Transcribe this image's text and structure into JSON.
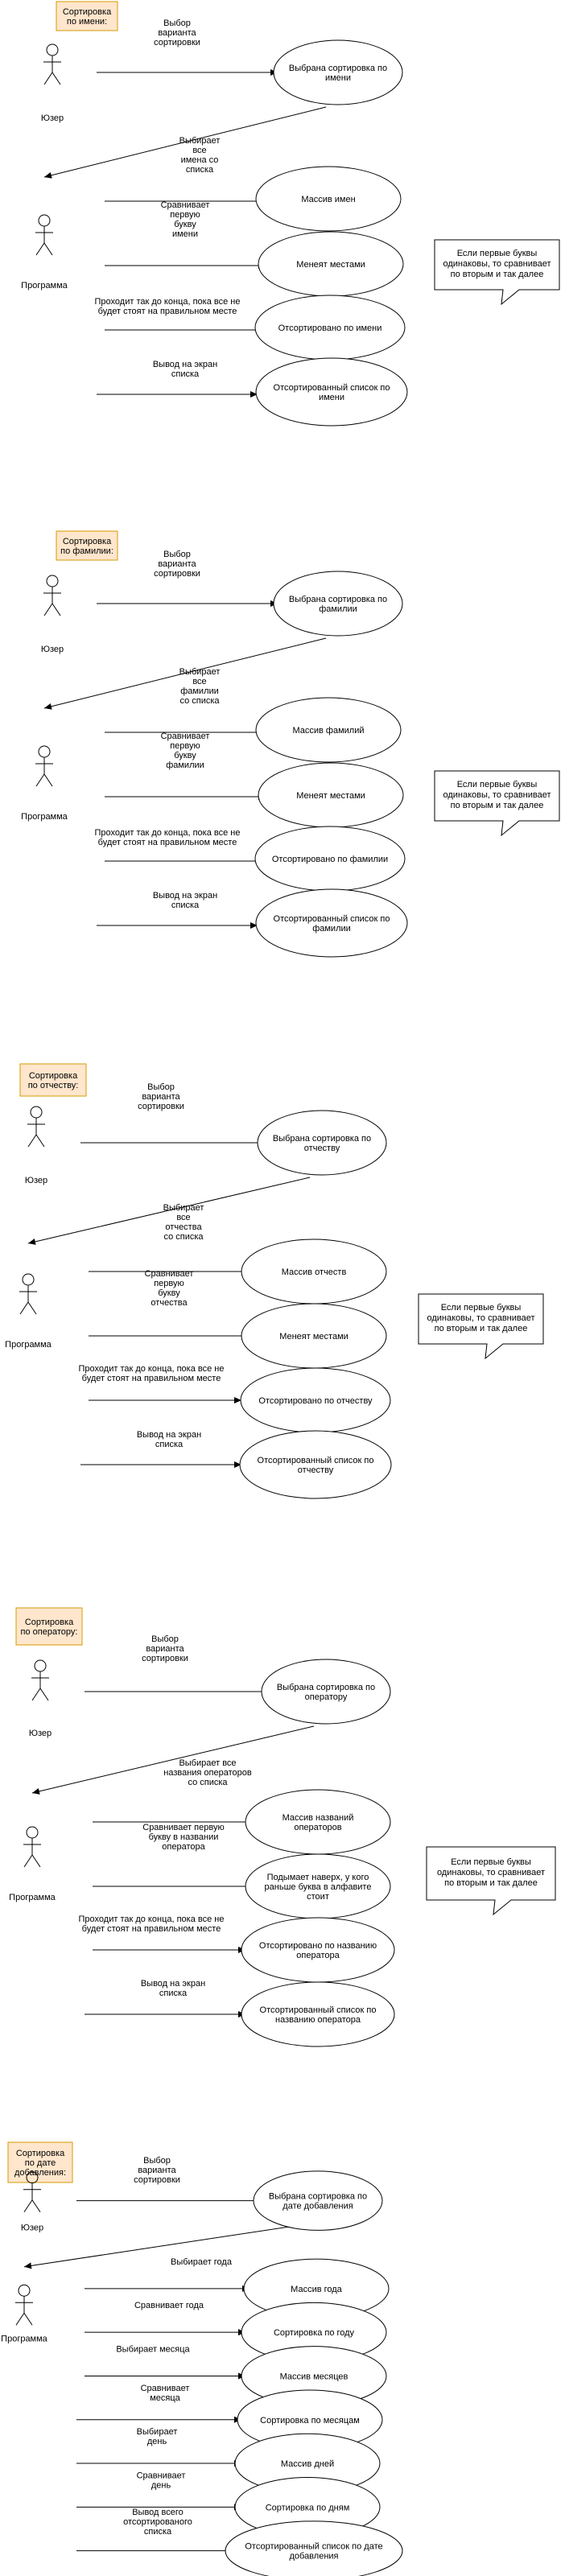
{
  "sections": [
    {
      "title": [
        "Сортировка",
        "по имени:"
      ],
      "actors": [
        "Юзер",
        "Программа"
      ],
      "edge_labels": [
        [
          "Выбор",
          "варианта",
          "сортировки"
        ],
        [
          "Выбирает",
          "все",
          "имена со",
          "списка"
        ],
        [
          "Сравнивает",
          "первую",
          "букву",
          "имени"
        ],
        [
          "Проходит так до конца, пока все не",
          "будет стоят на правильном месте"
        ],
        [
          "Вывод на экран",
          "списка"
        ]
      ],
      "nodes": [
        [
          "Выбрана сортировка по",
          "имени"
        ],
        [
          "Массив имен"
        ],
        [
          "Менеят местами"
        ],
        [
          "Отсортировано по имени"
        ],
        [
          "Отсортированный список по",
          "имени"
        ]
      ],
      "note": [
        "Если первые буквы",
        "одинаковы, то сравнивает",
        "по вторым и так далее"
      ]
    },
    {
      "title": [
        "Сортировка",
        "по фамилии:"
      ],
      "actors": [
        "Юзер",
        "Программа"
      ],
      "edge_labels": [
        [
          "Выбор",
          "варианта",
          "сортировки"
        ],
        [
          "Выбирает",
          "все",
          "фамилии",
          "со списка"
        ],
        [
          "Сравнивает",
          "первую",
          "букву",
          "фамилии"
        ],
        [
          "Проходит так до конца, пока все не",
          "будет стоят на правильном месте"
        ],
        [
          "Вывод на экран",
          "списка"
        ]
      ],
      "nodes": [
        [
          "Выбрана сортировка по",
          "фамилии"
        ],
        [
          "Массив фамилий"
        ],
        [
          "Менеят местами"
        ],
        [
          "Отсортировано по фамилии"
        ],
        [
          "Отсортированный список по",
          "фамилии"
        ]
      ],
      "note": [
        "Если первые буквы",
        "одинаковы, то сравнивает",
        "по вторым и так далее"
      ]
    },
    {
      "title": [
        "Сортировка",
        "по отчеству:"
      ],
      "actors": [
        "Юзер",
        "Программа"
      ],
      "edge_labels": [
        [
          "Выбор",
          "варианта",
          "сортировки"
        ],
        [
          "Выбирает",
          "все",
          "отчества",
          "со списка"
        ],
        [
          "Сравнивает",
          "первую",
          "букву",
          "отчества"
        ],
        [
          "Проходит так до конца, пока все не",
          "будет стоят на правильном месте"
        ],
        [
          "Вывод на экран",
          "списка"
        ]
      ],
      "nodes": [
        [
          "Выбрана сортировка по",
          "отчеству"
        ],
        [
          "Массив отчеств"
        ],
        [
          "Менеят местами"
        ],
        [
          "Отсортировано по отчеству"
        ],
        [
          "Отсортированный список по",
          "отчеству"
        ]
      ],
      "note": [
        "Если первые буквы",
        "одинаковы, то сравнивает",
        "по вторым и так далее"
      ]
    },
    {
      "title": [
        "Сортировка",
        "по оператору:"
      ],
      "actors": [
        "Юзер",
        "Программа"
      ],
      "edge_labels": [
        [
          "Выбор",
          "варианта",
          "сортировки"
        ],
        [
          "Выбирает все",
          "названия операторов",
          "со списка"
        ],
        [
          "Сравнивает первую",
          "букву в названии",
          "оператора"
        ],
        [
          "Проходит так до конца, пока все не",
          "будет стоят на правильном месте"
        ],
        [
          "Вывод на экран",
          "списка"
        ]
      ],
      "nodes": [
        [
          "Выбрана сортировка по",
          "оператору"
        ],
        [
          "Массив названий",
          "операторов"
        ],
        [
          "Подымает наверх, у кого",
          "раньше буква в алфавите",
          "стоит"
        ],
        [
          "Отсортировано по названию",
          "оператора"
        ],
        [
          "Отсортированный список по",
          "названию оператора"
        ]
      ],
      "note": [
        "Если первые буквы",
        "одинаковы, то сравнивает",
        "по вторым и так далее"
      ]
    },
    {
      "title": [
        "Сортировка",
        "по дате",
        "добавления:"
      ],
      "actors": [
        "Юзер",
        "Программа"
      ],
      "edge_labels": [
        [
          "Выбор",
          "варианта",
          "сортировки"
        ],
        [
          "Выбирает года"
        ],
        [
          "Сравнивает года"
        ],
        [
          "Выбирает месяца"
        ],
        [
          "Сравнивает",
          "месяца"
        ],
        [
          "Выбирает",
          "день"
        ],
        [
          "Сравнивает",
          "день"
        ],
        [
          "Вывод всего",
          "отсортированого",
          "списка"
        ]
      ],
      "nodes": [
        [
          "Выбрана сортировка по",
          "дате добавления"
        ],
        [
          "Массив года"
        ],
        [
          "Сортировка по году"
        ],
        [
          "Массив месяцев"
        ],
        [
          "Сортировка по месяцам"
        ],
        [
          "Массив дней"
        ],
        [
          "Сортировка по дням"
        ],
        [
          "Отсортированный список по дате",
          "добавления"
        ]
      ],
      "note": []
    }
  ]
}
